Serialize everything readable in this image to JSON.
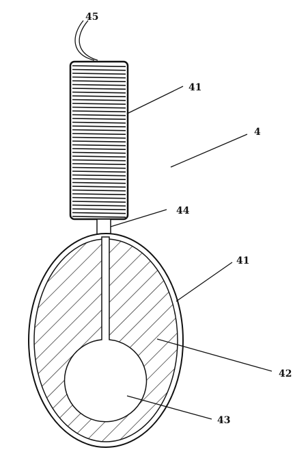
{
  "labels": {
    "wire": "45",
    "coil": "41",
    "assembly": "4",
    "neck": "44",
    "shell": "41",
    "filling": "42",
    "hole": "43"
  },
  "colors": {
    "ink": "#111111",
    "background": "#ffffff"
  }
}
